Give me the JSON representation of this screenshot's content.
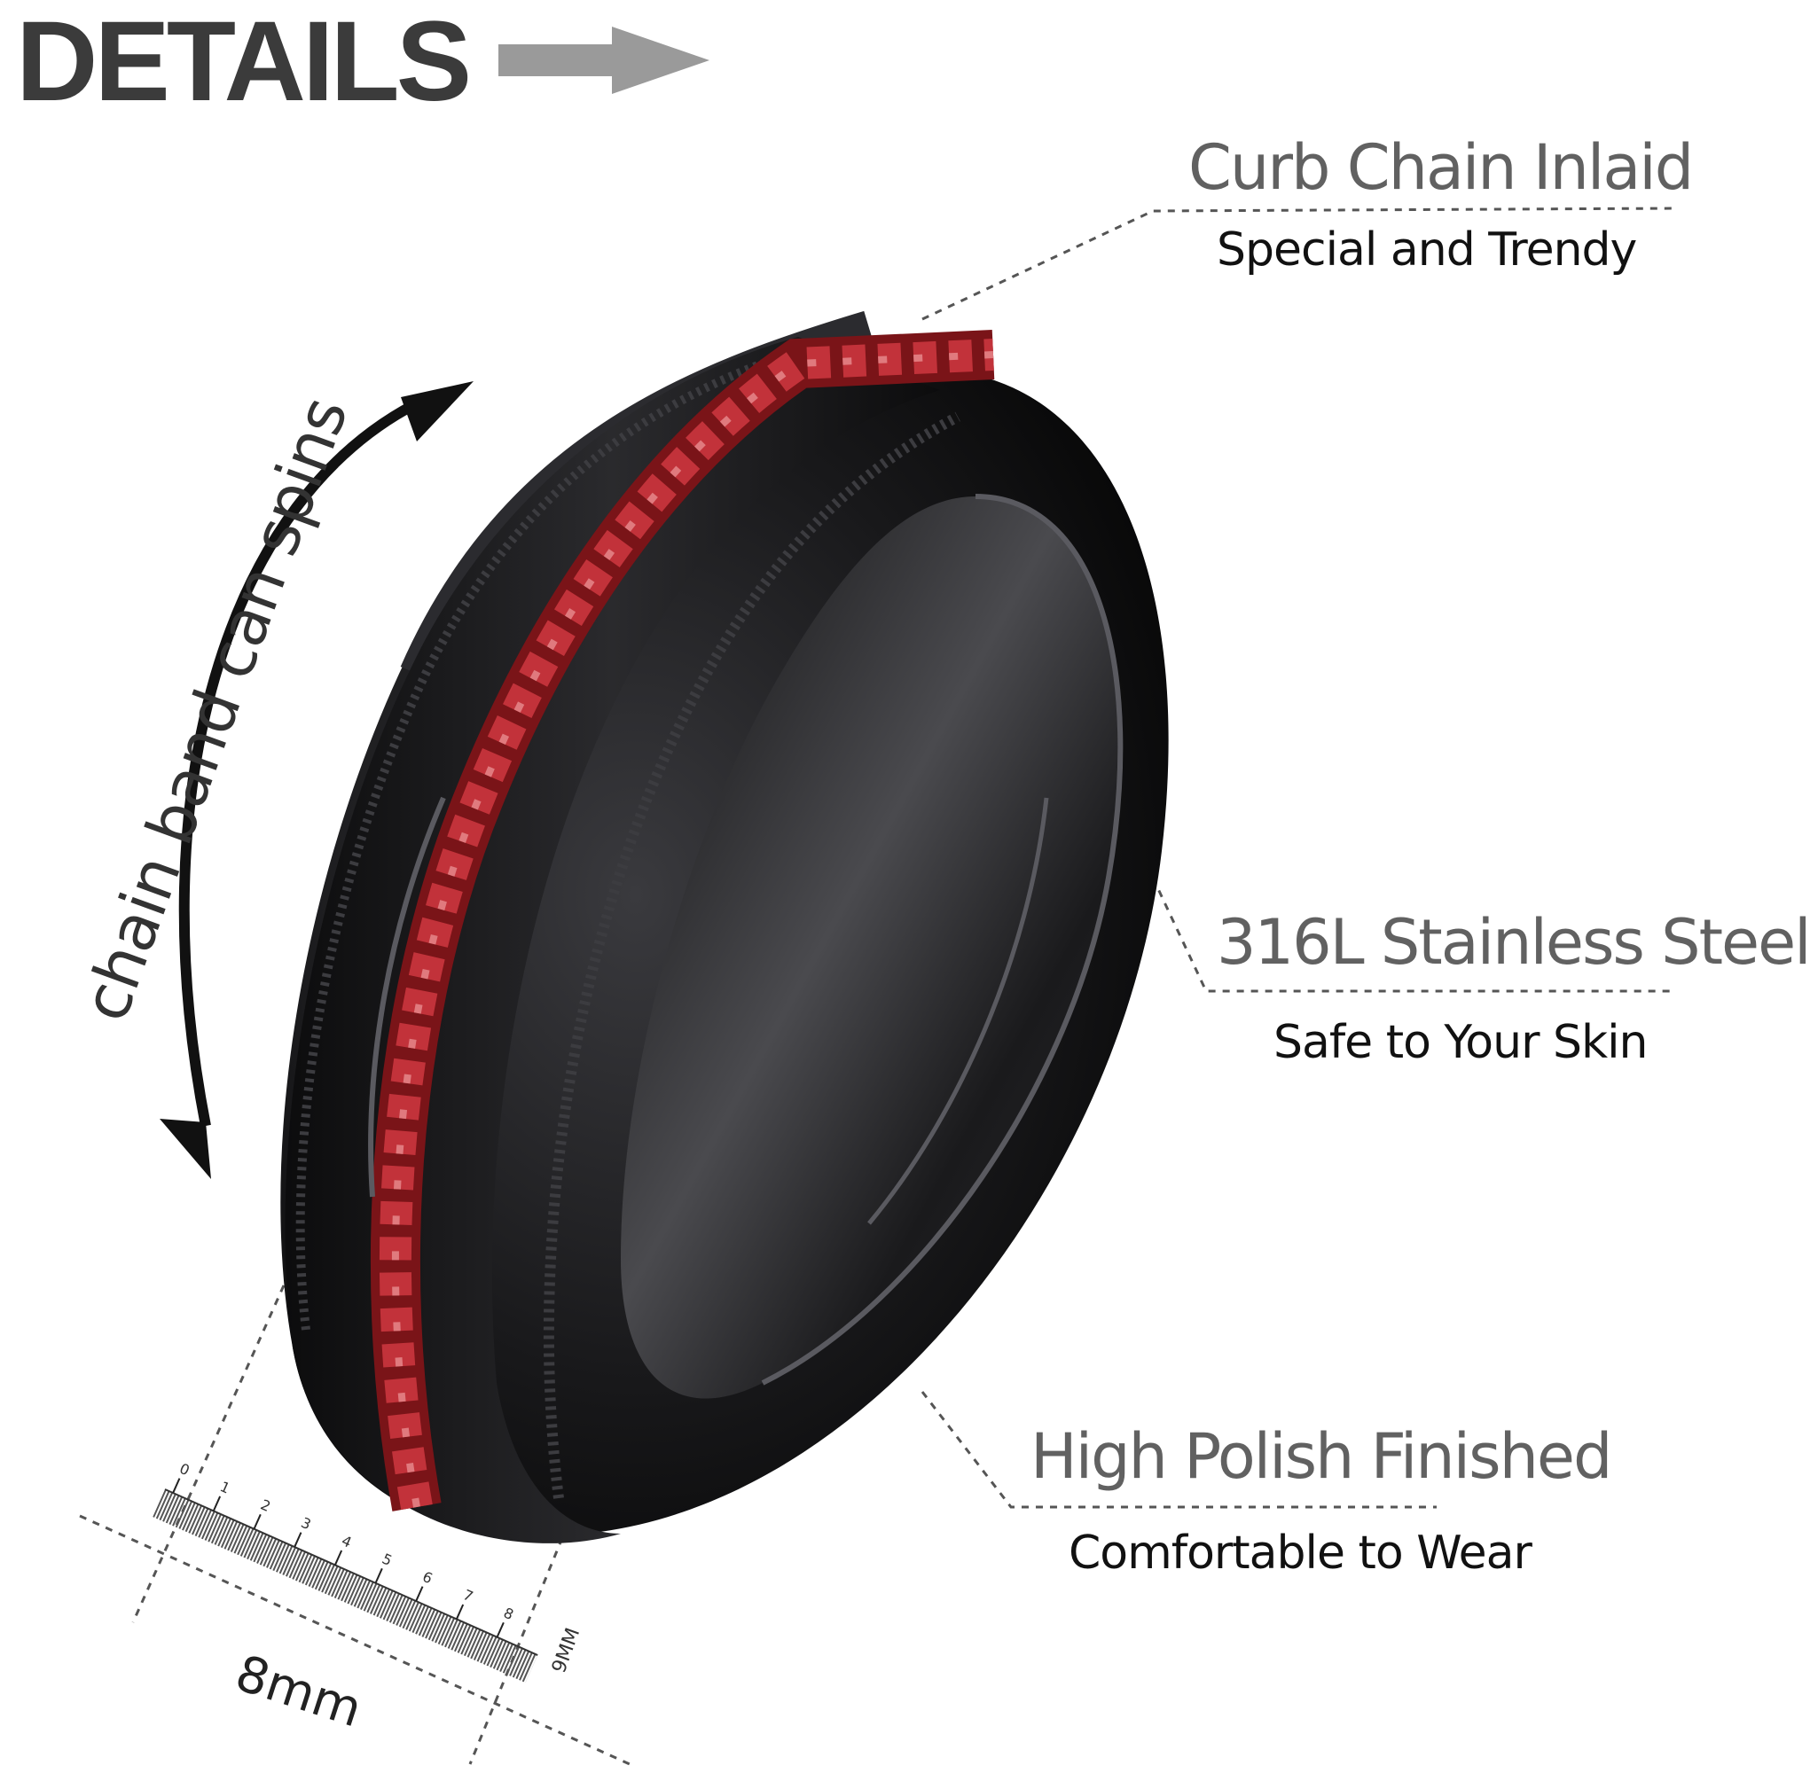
{
  "heading": "DETAILS",
  "spin_label": "chain band can spins",
  "features": [
    {
      "title": "Curb Chain Inlaid",
      "subtitle": "Special and Trendy"
    },
    {
      "title": "316L Stainless Steel",
      "subtitle": "Safe to Your Skin"
    },
    {
      "title": "High Polish Finished",
      "subtitle": "Comfortable to Wear"
    }
  ],
  "ruler": {
    "ticks": [
      "0",
      "1",
      "2",
      "3",
      "4",
      "5",
      "6",
      "7",
      "8"
    ],
    "end_label": "9MM",
    "width_label": "8mm"
  },
  "colors": {
    "heading": "#3b3b3b",
    "arrow": "#9a9a9a",
    "feature_title": "#616161",
    "feature_subtitle": "#111111",
    "ring_metal": "#161618",
    "chain": "#b3262c"
  },
  "icons": [
    "right-arrow-icon",
    "curved-double-arrow-icon",
    "ring-image",
    "ruler-icon"
  ]
}
